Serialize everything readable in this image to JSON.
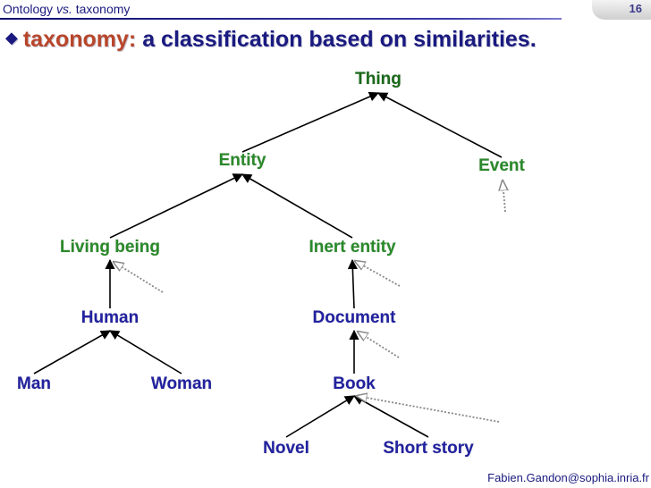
{
  "header": {
    "title_part1": "Ontology ",
    "title_italic": "vs.",
    "title_part2": " taxonomy",
    "page_number": "16"
  },
  "bullet": {
    "term": "taxonomy:",
    "definition": " a classification based on similarities."
  },
  "colors": {
    "title": "#1a1a80",
    "term": "#b8462a",
    "root_node": "#1a6a1a",
    "node_green": "#2a8a2a",
    "node_blue": "#2222a0",
    "edge": "#000000",
    "dotted": "#888888"
  },
  "nodes": [
    {
      "id": "thing",
      "label": "Thing",
      "color": "green"
    },
    {
      "id": "entity",
      "label": "Entity",
      "color": "green"
    },
    {
      "id": "event",
      "label": "Event",
      "color": "green"
    },
    {
      "id": "living",
      "label": "Living being",
      "color": "green"
    },
    {
      "id": "inert",
      "label": "Inert entity",
      "color": "green"
    },
    {
      "id": "human",
      "label": "Human",
      "color": "blue"
    },
    {
      "id": "document",
      "label": "Document",
      "color": "blue"
    },
    {
      "id": "man",
      "label": "Man",
      "color": "blue"
    },
    {
      "id": "woman",
      "label": "Woman",
      "color": "blue"
    },
    {
      "id": "book",
      "label": "Book",
      "color": "blue"
    },
    {
      "id": "novel",
      "label": "Novel",
      "color": "blue"
    },
    {
      "id": "short",
      "label": "Short story",
      "color": "blue"
    }
  ],
  "edges": [
    {
      "from": "entity",
      "to": "thing"
    },
    {
      "from": "event",
      "to": "thing"
    },
    {
      "from": "living",
      "to": "entity"
    },
    {
      "from": "inert",
      "to": "entity"
    },
    {
      "from": "human",
      "to": "living"
    },
    {
      "from": "document",
      "to": "inert"
    },
    {
      "from": "man",
      "to": "human"
    },
    {
      "from": "woman",
      "to": "human"
    },
    {
      "from": "book",
      "to": "document"
    },
    {
      "from": "novel",
      "to": "book"
    },
    {
      "from": "short",
      "to": "book"
    }
  ],
  "footer": {
    "email": "Fabien.Gandon@sophia.inria.fr"
  }
}
